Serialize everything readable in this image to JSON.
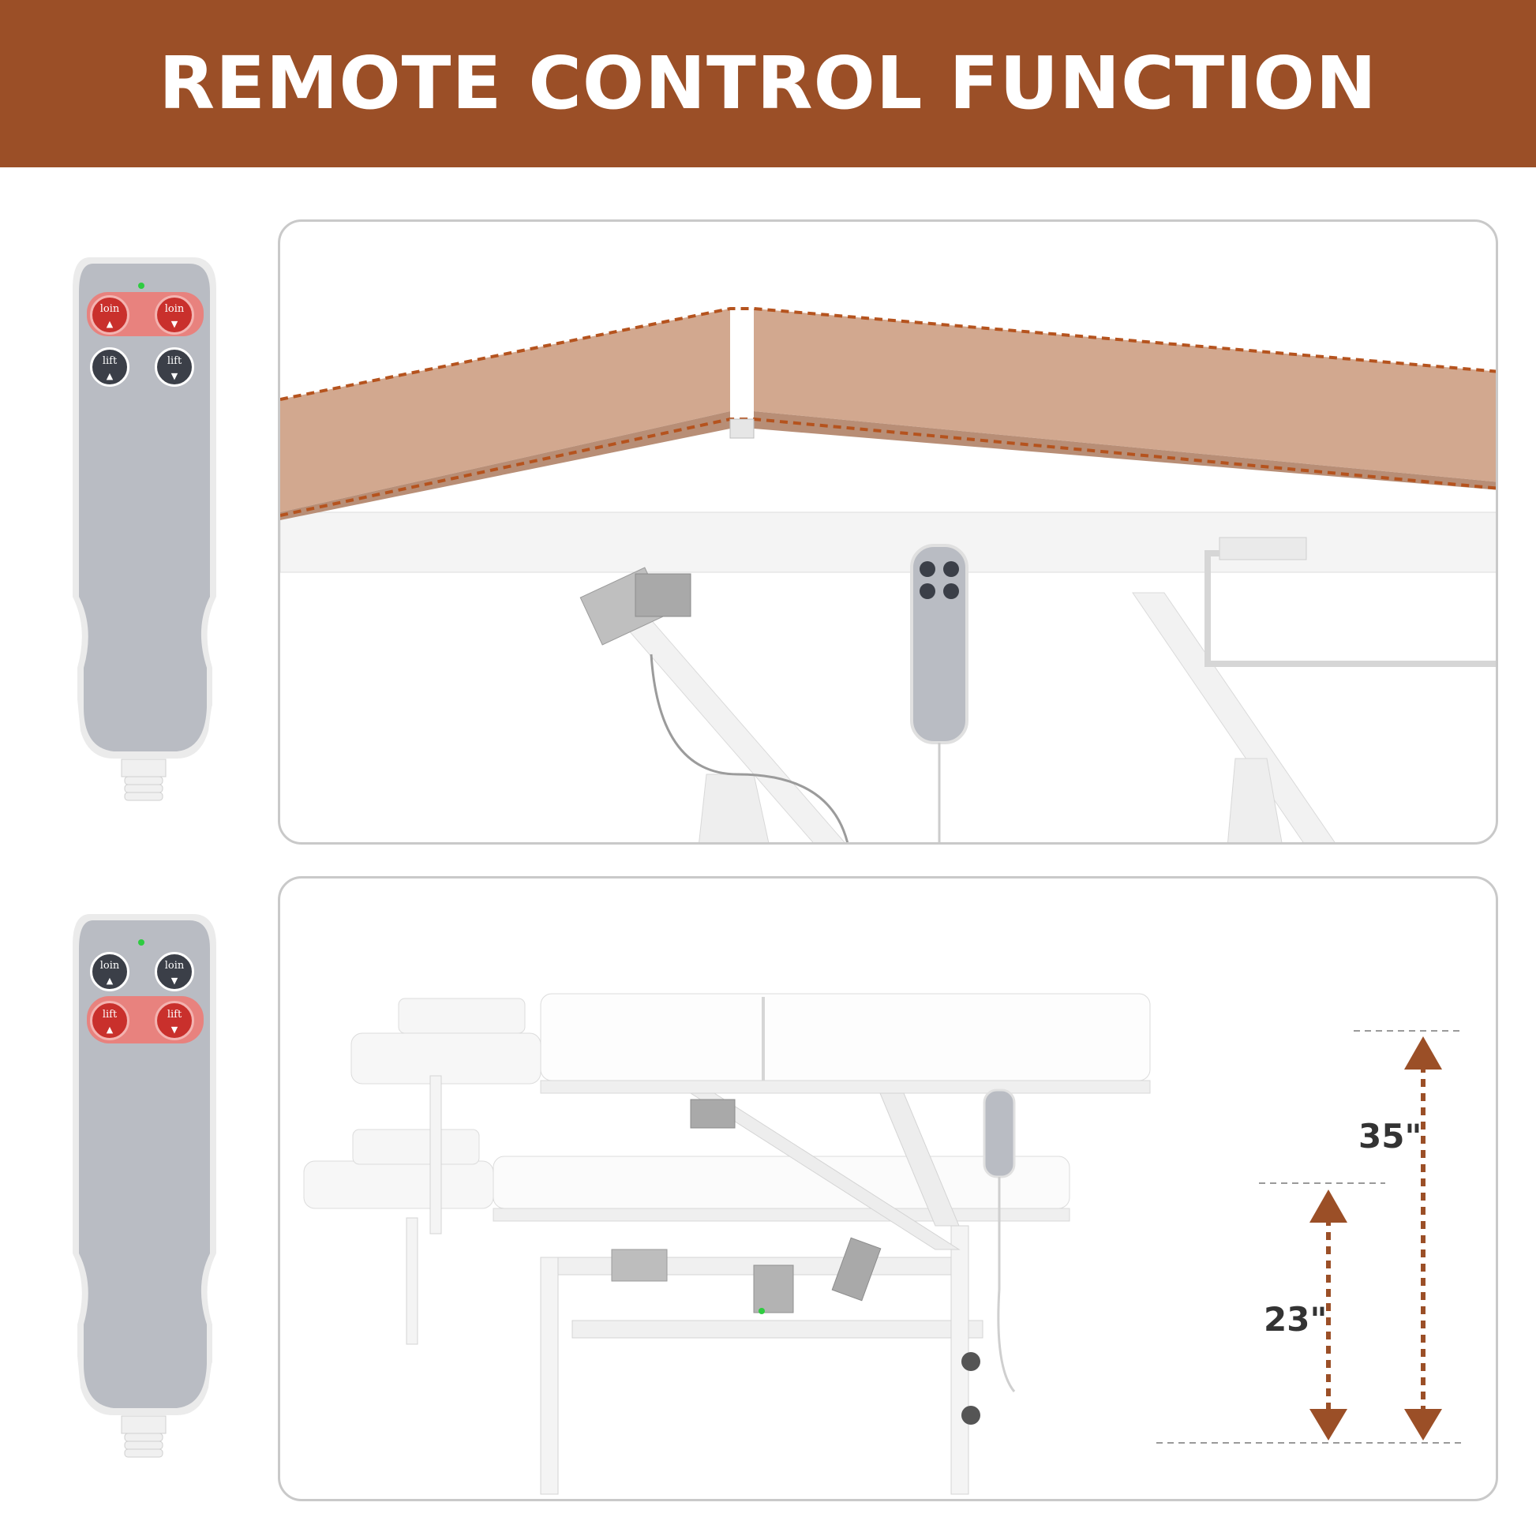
{
  "banner": {
    "title": "REMOTE CONTROL FUNCTION",
    "background": "#9b4f27"
  },
  "remotes": [
    {
      "buttons": [
        {
          "label": "loin",
          "direction": "up",
          "active": true
        },
        {
          "label": "loin",
          "direction": "down",
          "active": true
        },
        {
          "label": "lift",
          "direction": "up",
          "active": false
        },
        {
          "label": "lift",
          "direction": "down",
          "active": false
        }
      ]
    },
    {
      "buttons": [
        {
          "label": "loin",
          "direction": "up",
          "active": false
        },
        {
          "label": "loin",
          "direction": "down",
          "active": false
        },
        {
          "label": "lift",
          "direction": "up",
          "active": true
        },
        {
          "label": "lift",
          "direction": "down",
          "active": true
        }
      ]
    }
  ],
  "panels": {
    "lift": {
      "high_height": "35\"",
      "low_height": "23\""
    }
  },
  "colors": {
    "accent": "#9b4f27",
    "active_button": "#d9534f",
    "inactive_button": "#3b3f48",
    "remote_body": "#b9bcc3",
    "upholstery_tan": "#d2a88f",
    "indicator_led": "#2ecc40"
  }
}
